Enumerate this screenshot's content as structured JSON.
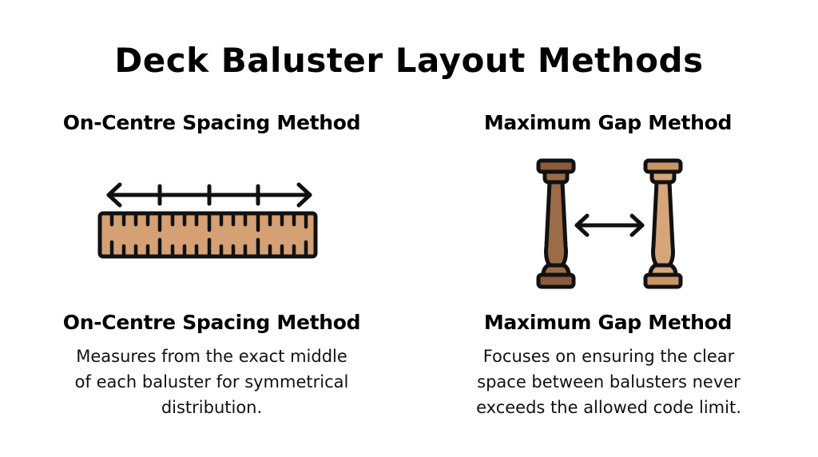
{
  "title": "Deck Baluster Layout Methods",
  "colors": {
    "ruler_fill": "#D4A074",
    "baluster_dark": "#9C6B48",
    "baluster_dark_cap": "#8A5C3C",
    "baluster_light": "#D6A57A",
    "baluster_light_cap": "#C99466",
    "outline": "#111111"
  },
  "left_panel": {
    "heading": "On-Centre Spacing Method",
    "icon": "ruler-with-spacing-arrow-icon",
    "subheading": "On-Centre Spacing Method",
    "description_lines": [
      "Measures from the exact middle",
      "of each baluster for symmetrical",
      "distribution."
    ]
  },
  "right_panel": {
    "heading": "Maximum Gap Method",
    "icon": "balusters-with-gap-arrow-icon",
    "subheading": "Maximum Gap Method",
    "description_lines": [
      "Focuses on ensuring the clear",
      "space between balusters never",
      "exceeds the allowed code limit."
    ]
  }
}
